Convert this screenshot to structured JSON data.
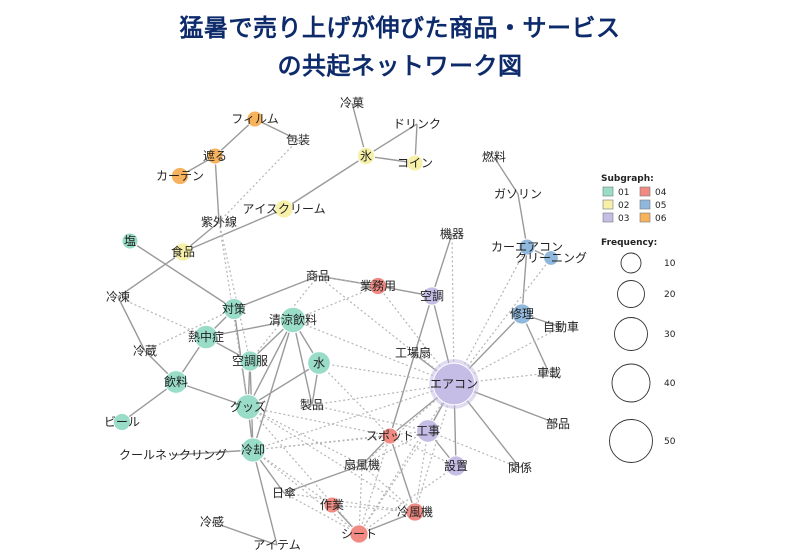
{
  "title": {
    "line1": "猛暑で売り上げが伸びた商品・サービス",
    "line2": "の共起ネットワーク図"
  },
  "colors": {
    "sub01": "#99dcc8",
    "sub02": "#f7f0a8",
    "sub03": "#c5bde6",
    "sub04": "#f08a82",
    "sub05": "#8fb8dc",
    "sub06": "#f7b25e",
    "edge_solid": "#9a9a9a",
    "edge_dotted": "#b5b5b5"
  },
  "legend": {
    "subgraph_title": "Subgraph:",
    "subgraphs": [
      {
        "label": "01",
        "color_key": "sub01"
      },
      {
        "label": "02",
        "color_key": "sub02"
      },
      {
        "label": "03",
        "color_key": "sub03"
      },
      {
        "label": "04",
        "color_key": "sub04"
      },
      {
        "label": "05",
        "color_key": "sub05"
      },
      {
        "label": "06",
        "color_key": "sub06"
      }
    ],
    "frequency_title": "Frequency:",
    "frequencies": [
      "10",
      "20",
      "30",
      "40",
      "50"
    ]
  },
  "nodes": [
    {
      "id": "フィルム",
      "label": "フィルム",
      "group": "06",
      "freq": 4
    },
    {
      "id": "包装",
      "label": "包装",
      "group": "",
      "freq": 0
    },
    {
      "id": "遮る",
      "label": "遮る",
      "group": "06",
      "freq": 4
    },
    {
      "id": "カーテン",
      "label": "カーテン",
      "group": "06",
      "freq": 5
    },
    {
      "id": "紫外線",
      "label": "紫外線",
      "group": "",
      "freq": 0
    },
    {
      "id": "アイスクリーム",
      "label": "アイスクリーム",
      "group": "02",
      "freq": 6
    },
    {
      "id": "冷菓",
      "label": "冷菓",
      "group": "",
      "freq": 0
    },
    {
      "id": "ドリンク",
      "label": "ドリンク",
      "group": "",
      "freq": 0
    },
    {
      "id": "氷",
      "label": "氷",
      "group": "02",
      "freq": 5
    },
    {
      "id": "コイン",
      "label": "コイン",
      "group": "02",
      "freq": 4
    },
    {
      "id": "燃料",
      "label": "燃料",
      "group": "",
      "freq": 0
    },
    {
      "id": "ガソリン",
      "label": "ガソリン",
      "group": "",
      "freq": 0
    },
    {
      "id": "塩",
      "label": "塩",
      "group": "01",
      "freq": 4
    },
    {
      "id": "食品",
      "label": "食品",
      "group": "02",
      "freq": 6
    },
    {
      "id": "機器",
      "label": "機器",
      "group": "",
      "freq": 0
    },
    {
      "id": "カーエアコン",
      "label": "カーエアコン",
      "group": "05",
      "freq": 4
    },
    {
      "id": "クリーニング",
      "label": "クリーニング",
      "group": "05",
      "freq": 3
    },
    {
      "id": "冷凍",
      "label": "冷凍",
      "group": "",
      "freq": 0
    },
    {
      "id": "商品",
      "label": "商品",
      "group": "",
      "freq": 0
    },
    {
      "id": "業務用",
      "label": "業務用",
      "group": "04",
      "freq": 5
    },
    {
      "id": "空調",
      "label": "空調",
      "group": "03",
      "freq": 6
    },
    {
      "id": "対策",
      "label": "対策",
      "group": "01",
      "freq": 9
    },
    {
      "id": "清涼飲料",
      "label": "清涼飲料",
      "group": "01",
      "freq": 15
    },
    {
      "id": "熱中症",
      "label": "熱中症",
      "group": "01",
      "freq": 12
    },
    {
      "id": "修理",
      "label": "修理",
      "group": "05",
      "freq": 8
    },
    {
      "id": "自動車",
      "label": "自動車",
      "group": "",
      "freq": 0
    },
    {
      "id": "冷蔵",
      "label": "冷蔵",
      "group": "",
      "freq": 0
    },
    {
      "id": "空調服",
      "label": "空調服",
      "group": "01",
      "freq": 8
    },
    {
      "id": "水",
      "label": "水",
      "group": "01",
      "freq": 11
    },
    {
      "id": "工場扇",
      "label": "工場扇",
      "group": "",
      "freq": 0
    },
    {
      "id": "飲料",
      "label": "飲料",
      "group": "01",
      "freq": 11
    },
    {
      "id": "車載",
      "label": "車載",
      "group": "",
      "freq": 0
    },
    {
      "id": "エアコン",
      "label": "エアコン",
      "group": "03",
      "freq": 50
    },
    {
      "id": "グッズ",
      "label": "グッズ",
      "group": "01",
      "freq": 14
    },
    {
      "id": "製品",
      "label": "製品",
      "group": "",
      "freq": 0
    },
    {
      "id": "ビール",
      "label": "ビール",
      "group": "01",
      "freq": 5
    },
    {
      "id": "部品",
      "label": "部品",
      "group": "",
      "freq": 0
    },
    {
      "id": "スポット",
      "label": "スポット",
      "group": "04",
      "freq": 4
    },
    {
      "id": "工事",
      "label": "工事",
      "group": "03",
      "freq": 11
    },
    {
      "id": "冷却",
      "label": "冷却",
      "group": "01",
      "freq": 13
    },
    {
      "id": "クールネックリング",
      "label": "クールネックリング",
      "group": "",
      "freq": 0
    },
    {
      "id": "扇風機",
      "label": "扇風機",
      "group": "",
      "freq": 0
    },
    {
      "id": "設置",
      "label": "設置",
      "group": "03",
      "freq": 8
    },
    {
      "id": "関係",
      "label": "関係",
      "group": "",
      "freq": 0
    },
    {
      "id": "日傘",
      "label": "日傘",
      "group": "",
      "freq": 0
    },
    {
      "id": "作業",
      "label": "作業",
      "group": "04",
      "freq": 4
    },
    {
      "id": "冷風機",
      "label": "冷風機",
      "group": "04",
      "freq": 6
    },
    {
      "id": "冷感",
      "label": "冷感",
      "group": "",
      "freq": 0
    },
    {
      "id": "シート",
      "label": "シート",
      "group": "04",
      "freq": 6
    },
    {
      "id": "アイテム",
      "label": "アイテム",
      "group": "",
      "freq": 0
    }
  ],
  "edges": [
    {
      "from": "フィルム",
      "to": "包装",
      "style": "solid"
    },
    {
      "from": "フィルム",
      "to": "遮る",
      "style": "solid"
    },
    {
      "from": "遮る",
      "to": "カーテン",
      "style": "solid"
    },
    {
      "from": "遮る",
      "to": "紫外線",
      "style": "solid"
    },
    {
      "from": "紫外線",
      "to": "食品",
      "style": "solid"
    },
    {
      "from": "冷菓",
      "to": "氷",
      "style": "solid"
    },
    {
      "from": "ドリンク",
      "to": "氷",
      "style": "solid"
    },
    {
      "from": "氷",
      "to": "コイン",
      "style": "solid"
    },
    {
      "from": "ドリンク",
      "to": "コイン",
      "style": "solid"
    },
    {
      "from": "氷",
      "to": "アイスクリーム",
      "style": "solid"
    },
    {
      "from": "アイスクリーム",
      "to": "食品",
      "style": "solid"
    },
    {
      "from": "燃料",
      "to": "ガソリン",
      "style": "solid"
    },
    {
      "from": "ガソリン",
      "to": "カーエアコン",
      "style": "solid"
    },
    {
      "from": "カーエアコン",
      "to": "クリーニング",
      "style": "solid"
    },
    {
      "from": "カーエアコン",
      "to": "修理",
      "style": "solid"
    },
    {
      "from": "修理",
      "to": "自動車",
      "style": "solid"
    },
    {
      "from": "修理",
      "to": "車載",
      "style": "solid"
    },
    {
      "from": "修理",
      "to": "エアコン",
      "style": "solid"
    },
    {
      "from": "塩",
      "to": "対策",
      "style": "solid"
    },
    {
      "from": "食品",
      "to": "冷凍",
      "style": "solid"
    },
    {
      "from": "冷凍",
      "to": "冷蔵",
      "style": "solid"
    },
    {
      "from": "商品",
      "to": "対策",
      "style": "solid"
    },
    {
      "from": "対策",
      "to": "熱中症",
      "style": "solid"
    },
    {
      "from": "対策",
      "to": "グッズ",
      "style": "solid"
    },
    {
      "from": "熱中症",
      "to": "飲料",
      "style": "solid"
    },
    {
      "from": "熱中症",
      "to": "空調服",
      "style": "solid"
    },
    {
      "from": "熱中症",
      "to": "清涼飲料",
      "style": "solid"
    },
    {
      "from": "清涼飲料",
      "to": "空調服",
      "style": "solid"
    },
    {
      "from": "清涼飲料",
      "to": "グッズ",
      "style": "solid"
    },
    {
      "from": "清涼飲料",
      "to": "製品",
      "style": "solid"
    },
    {
      "from": "清涼飲料",
      "to": "水",
      "style": "solid"
    },
    {
      "from": "清涼飲料",
      "to": "冷却",
      "style": "solid"
    },
    {
      "from": "水",
      "to": "グッズ",
      "style": "solid"
    },
    {
      "from": "水",
      "to": "製品",
      "style": "solid"
    },
    {
      "from": "空調服",
      "to": "グッズ",
      "style": "solid"
    },
    {
      "from": "飲料",
      "to": "ビール",
      "style": "solid"
    },
    {
      "from": "飲料",
      "to": "冷蔵",
      "style": "solid"
    },
    {
      "from": "飲料",
      "to": "グッズ",
      "style": "solid"
    },
    {
      "from": "グッズ",
      "to": "冷却",
      "style": "solid"
    },
    {
      "from": "冷却",
      "to": "クールネックリング",
      "style": "solid"
    },
    {
      "from": "冷却",
      "to": "日傘",
      "style": "solid"
    },
    {
      "from": "冷却",
      "to": "アイテム",
      "style": "solid"
    },
    {
      "from": "冷却",
      "to": "空調服",
      "style": "solid"
    },
    {
      "from": "日傘",
      "to": "扇風機",
      "style": "solid"
    },
    {
      "from": "扇風機",
      "to": "スポット",
      "style": "solid"
    },
    {
      "from": "業務用",
      "to": "商品",
      "style": "solid"
    },
    {
      "from": "業務用",
      "to": "空調",
      "style": "solid"
    },
    {
      "from": "機器",
      "to": "空調",
      "style": "solid"
    },
    {
      "from": "空調",
      "to": "エアコン",
      "style": "solid"
    },
    {
      "from": "空調",
      "to": "スポット",
      "style": "solid"
    },
    {
      "from": "工場扇",
      "to": "エアコン",
      "style": "solid"
    },
    {
      "from": "エアコン",
      "to": "部品",
      "style": "solid"
    },
    {
      "from": "エアコン",
      "to": "工事",
      "style": "solid"
    },
    {
      "from": "エアコン",
      "to": "設置",
      "style": "solid"
    },
    {
      "from": "エアコン",
      "to": "関係",
      "style": "solid"
    },
    {
      "from": "エアコン",
      "to": "スポット",
      "style": "solid"
    },
    {
      "from": "工事",
      "to": "設置",
      "style": "solid"
    },
    {
      "from": "スポット",
      "to": "冷風機",
      "style": "solid"
    },
    {
      "from": "冷風機",
      "to": "シート",
      "style": "solid"
    },
    {
      "from": "作業",
      "to": "シート",
      "style": "solid"
    },
    {
      "from": "冷感",
      "to": "アイテム",
      "style": "solid"
    },
    {
      "from": "包装",
      "to": "紫外線",
      "style": "dotted"
    },
    {
      "from": "紫外線",
      "to": "グッズ",
      "style": "dotted"
    },
    {
      "from": "紫外線",
      "to": "空調服",
      "style": "dotted"
    },
    {
      "from": "対策",
      "to": "冷蔵",
      "style": "dotted"
    },
    {
      "from": "熱中症",
      "to": "冷凍",
      "style": "dotted"
    },
    {
      "from": "商品",
      "to": "業務用",
      "style": "dotted"
    },
    {
      "from": "商品",
      "to": "空調服",
      "style": "dotted"
    },
    {
      "from": "清涼飲料",
      "to": "業務用",
      "style": "dotted"
    },
    {
      "from": "清涼飲料",
      "to": "エアコン",
      "style": "dotted"
    },
    {
      "from": "水",
      "to": "エアコン",
      "style": "dotted"
    },
    {
      "from": "水",
      "to": "スポット",
      "style": "dotted"
    },
    {
      "from": "製品",
      "to": "工事",
      "style": "dotted"
    },
    {
      "from": "製品",
      "to": "エアコン",
      "style": "dotted"
    },
    {
      "from": "グッズ",
      "to": "扇風機",
      "style": "dotted"
    },
    {
      "from": "グッズ",
      "to": "スポット",
      "style": "dotted"
    },
    {
      "from": "グッズ",
      "to": "冷風機",
      "style": "dotted"
    },
    {
      "from": "グッズ",
      "to": "シート",
      "style": "dotted"
    },
    {
      "from": "冷却",
      "to": "シート",
      "style": "dotted"
    },
    {
      "from": "冷却",
      "to": "作業",
      "style": "dotted"
    },
    {
      "from": "冷却",
      "to": "スポット",
      "style": "dotted"
    },
    {
      "from": "冷却",
      "to": "工事",
      "style": "dotted"
    },
    {
      "from": "日傘",
      "to": "冷風機",
      "style": "dotted"
    },
    {
      "from": "日傘",
      "to": "シート",
      "style": "dotted"
    },
    {
      "from": "作業",
      "to": "冷風機",
      "style": "dotted"
    },
    {
      "from": "扇風機",
      "to": "工事",
      "style": "dotted"
    },
    {
      "from": "扇風機",
      "to": "シート",
      "style": "dotted"
    },
    {
      "from": "扇風機",
      "to": "冷風機",
      "style": "dotted"
    },
    {
      "from": "扇風機",
      "to": "エアコン",
      "style": "dotted"
    },
    {
      "from": "工事",
      "to": "シート",
      "style": "dotted"
    },
    {
      "from": "工事",
      "to": "冷風機",
      "style": "dotted"
    },
    {
      "from": "工事",
      "to": "関係",
      "style": "dotted"
    },
    {
      "from": "スポット",
      "to": "シート",
      "style": "dotted"
    },
    {
      "from": "設置",
      "to": "シート",
      "style": "dotted"
    },
    {
      "from": "設置",
      "to": "スポット",
      "style": "dotted"
    },
    {
      "from": "エアコン",
      "to": "冷風機",
      "style": "dotted"
    },
    {
      "from": "エアコン",
      "to": "シート",
      "style": "dotted"
    },
    {
      "from": "エアコン",
      "to": "自動車",
      "style": "dotted"
    },
    {
      "from": "エアコン",
      "to": "車載",
      "style": "dotted"
    },
    {
      "from": "エアコン",
      "to": "業務用",
      "style": "dotted"
    },
    {
      "from": "エアコン",
      "to": "機器",
      "style": "dotted"
    },
    {
      "from": "エアコン",
      "to": "カーエアコン",
      "style": "dotted"
    },
    {
      "from": "エアコン",
      "to": "クリーニング",
      "style": "dotted"
    },
    {
      "from": "エアコン",
      "to": "冷却",
      "style": "dotted"
    },
    {
      "from": "エアコン",
      "to": "商品",
      "style": "dotted"
    }
  ]
}
